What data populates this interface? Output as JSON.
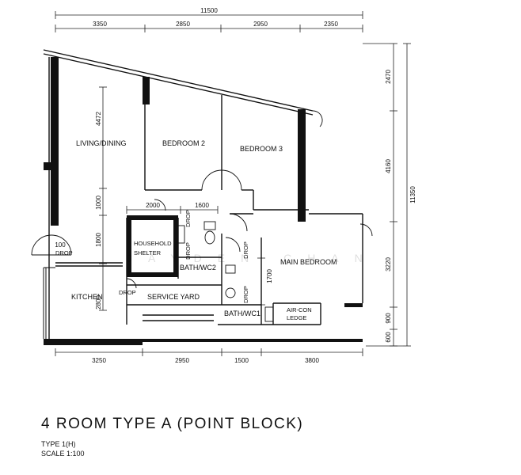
{
  "title": "4 ROOM TYPE A (POINT BLOCK)",
  "type": "TYPE 1(H)",
  "scale": "SCALE  1:100",
  "watermark": "JAYDEN CHAN",
  "dimensions": {
    "overall_width": "11500",
    "top": [
      "3350",
      "2850",
      "2950",
      "2350"
    ],
    "bottom": [
      "3250",
      "2950",
      "1500",
      "3800"
    ],
    "right": [
      "2470",
      "4160",
      "3220",
      "900",
      "600"
    ],
    "overall_height": "11350",
    "interior": [
      "4472",
      "1000",
      "1800",
      "2800",
      "2000",
      "1600",
      "1700",
      "100"
    ]
  },
  "rooms": {
    "living_dining": "LIVING/DINING",
    "bedroom2": "BEDROOM 2",
    "bedroom3": "BEDROOM 3",
    "household": "HOUSEHOLD",
    "shelter": "SHELTER",
    "bath_wc2": "BATH/WC2",
    "main_bedroom": "MAIN BEDROOM",
    "kitchen": "KITCHEN",
    "service_yard": "SERVICE YARD",
    "bath_wc1": "BATH/WC1",
    "aircon": "AIR-CON",
    "ledge": "LEDGE"
  },
  "labels": {
    "drop": "DROP"
  }
}
